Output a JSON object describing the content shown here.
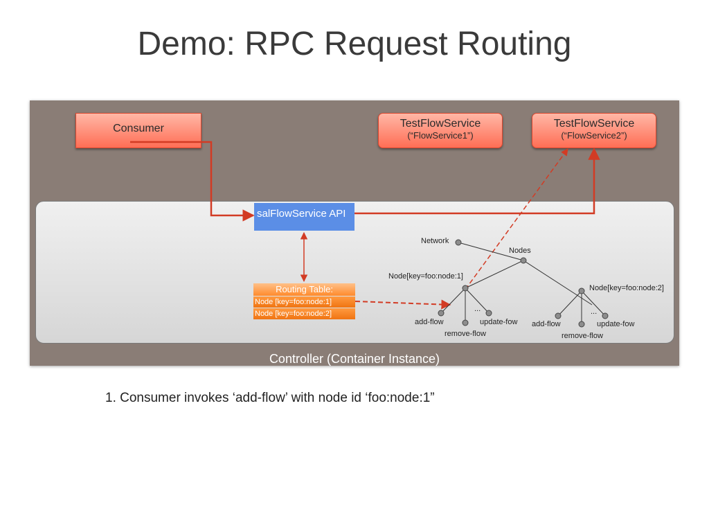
{
  "title": "Demo: RPC Request Routing",
  "controller_label": "Controller (Container Instance)",
  "consumer": {
    "label": "Consumer"
  },
  "services": [
    {
      "name": "TestFlowService",
      "id": "(“FlowService1”)"
    },
    {
      "name": "TestFlowService",
      "id": "(“FlowService2”)"
    }
  ],
  "api_label": "salFlowService API",
  "routing_table": {
    "header": "Routing Table:",
    "rows": [
      "Node [key=foo:node:1]",
      "Node [key=foo:node:2]"
    ]
  },
  "tree": {
    "network": "Network",
    "nodes": "Nodes",
    "node1": "Node[key=foo:node:1]",
    "node2": "Node[key=foo:node:2]",
    "ellipsis": "...",
    "add_flow": "add-flow",
    "remove_flow": "remove-flow",
    "update_flow": "update-fow"
  },
  "caption": "1. Consumer invokes ‘add-flow’ with node id ‘foo:node:1”",
  "colors": {
    "container": "#8a7d76",
    "box": "#ff6e55",
    "api": "#5b8ee6",
    "routing": "#ff8a2c",
    "arrow": "#d23b24"
  }
}
